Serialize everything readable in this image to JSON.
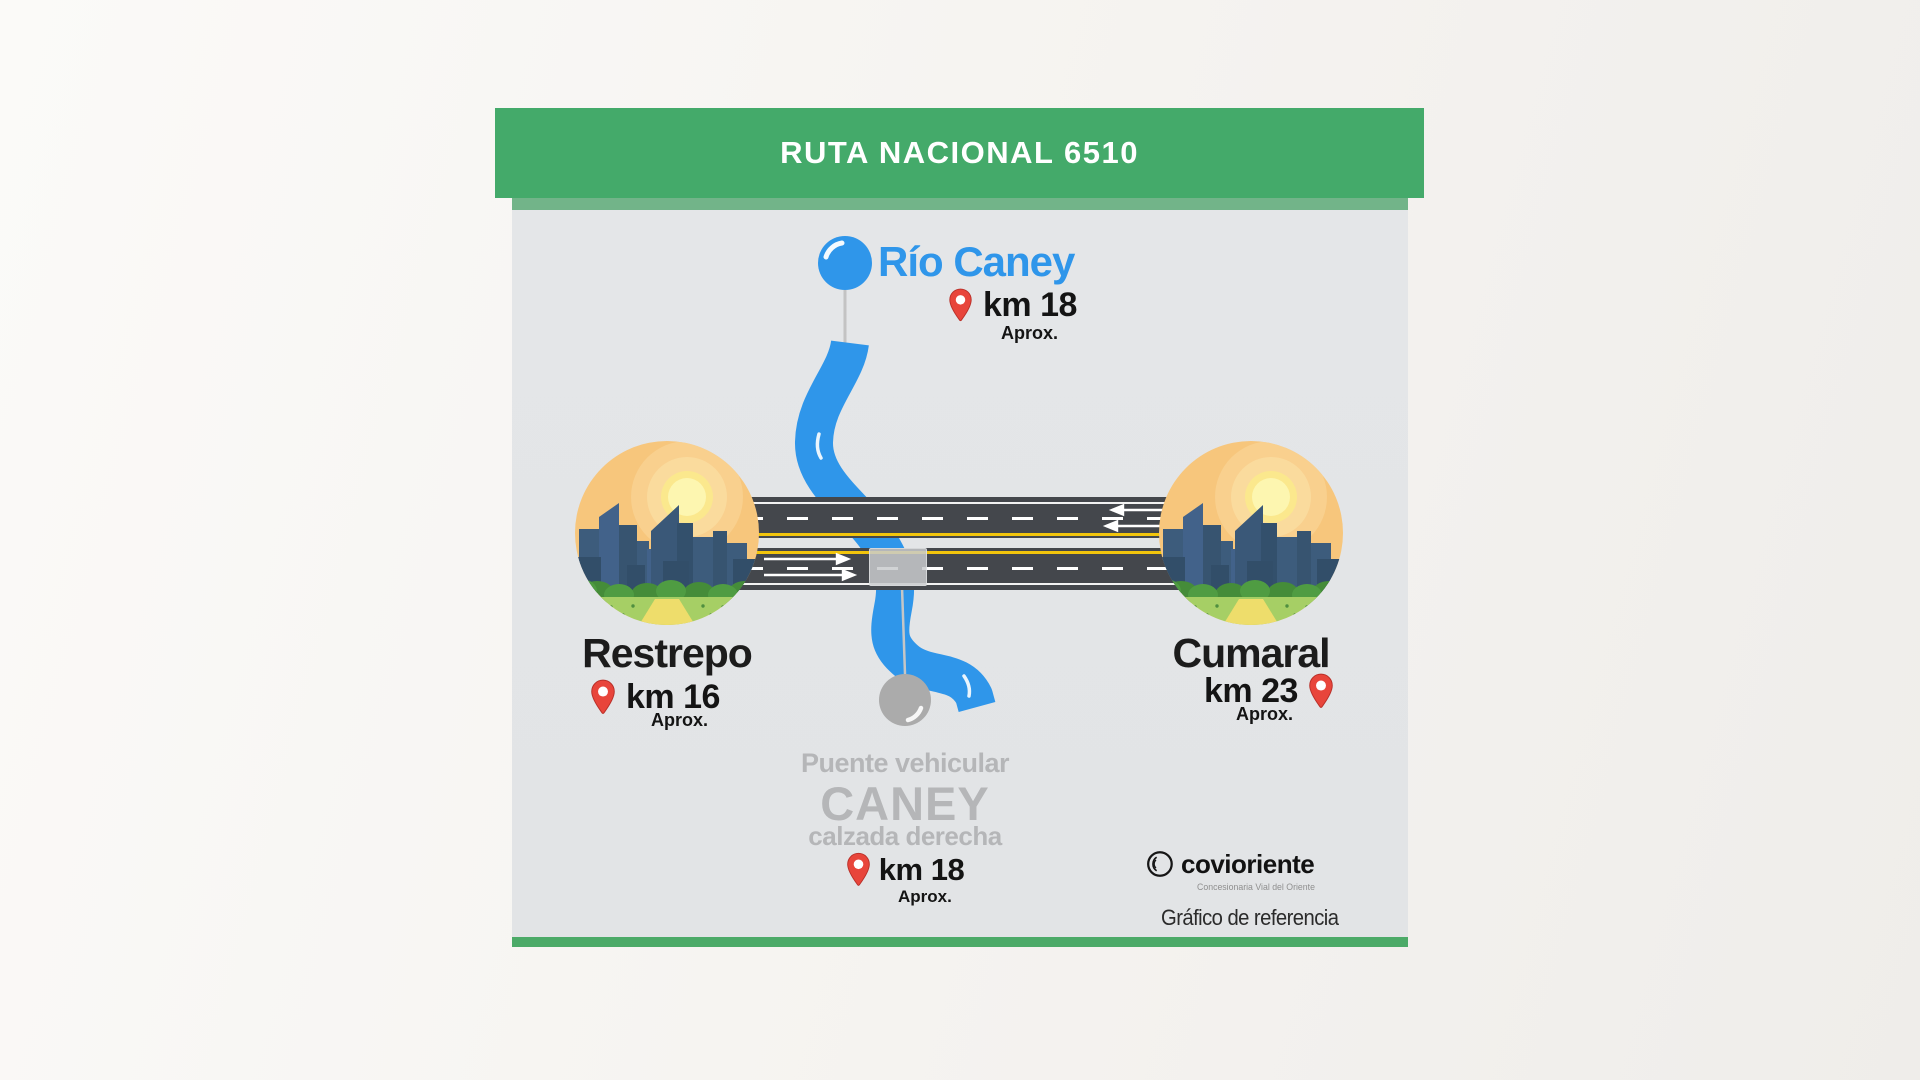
{
  "header": {
    "title": "RUTA NACIONAL 6510"
  },
  "river": {
    "name": "Río Caney",
    "km": "km 18",
    "aprox": "Aprox."
  },
  "cities": {
    "left": {
      "name": "Restrepo",
      "km": "km 16",
      "aprox": "Aprox."
    },
    "right": {
      "name": "Cumaral",
      "km": "km 23",
      "aprox": "Aprox."
    }
  },
  "bridge": {
    "line1": "Puente vehicular",
    "line2": "CANEY",
    "line3": "calzada derecha",
    "km": "km 18",
    "aprox": "Aprox."
  },
  "footer": {
    "brand": "covioriente",
    "brand_sub": "Concesionaria Vial del Oriente",
    "note": "Gráfico de referencia"
  },
  "icons": {
    "pin": "location-pin-icon",
    "river_marker": "river-marker-dot",
    "bridge_marker": "bridge-marker-dot",
    "brand_logo": "covioriente-logo-icon"
  },
  "colors": {
    "green": "#44aa6a",
    "green_light": "#72b489",
    "river_blue": "#2f96ea",
    "pin_red": "#e8453b",
    "road_dark": "#44474c",
    "lane_yellow": "#f2c50c",
    "gray_text": "#b5b6b8",
    "marker_gray": "#ababab"
  }
}
